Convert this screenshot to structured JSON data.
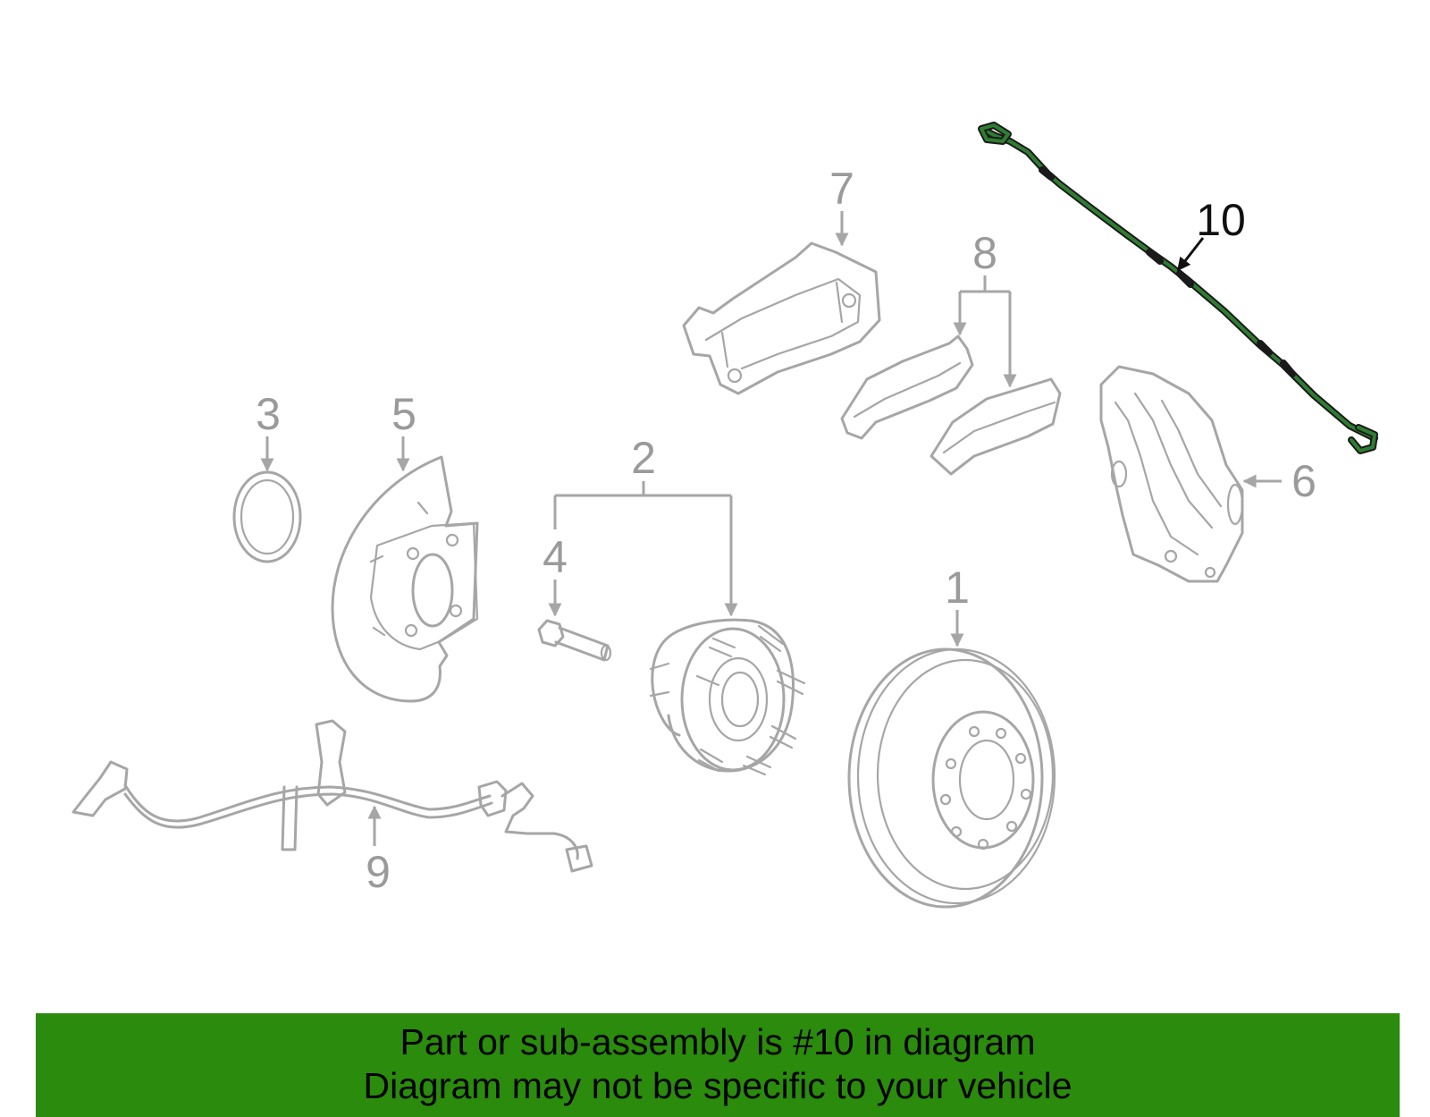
{
  "callouts": {
    "c1": "1",
    "c2": "2",
    "c3": "3",
    "c4": "4",
    "c5": "5",
    "c6": "6",
    "c7": "7",
    "c8": "8",
    "c9": "9",
    "c10": "10"
  },
  "highlighted_part": "10",
  "colors": {
    "banner": "#2a8b0c",
    "highlight": "#2e7d32",
    "part_lines": "#a6a6a6",
    "callout_text": "#9a9a9a"
  },
  "banner": {
    "line1": "Part or sub-assembly is #10 in diagram",
    "line2": "Diagram may not be specific to your vehicle"
  }
}
